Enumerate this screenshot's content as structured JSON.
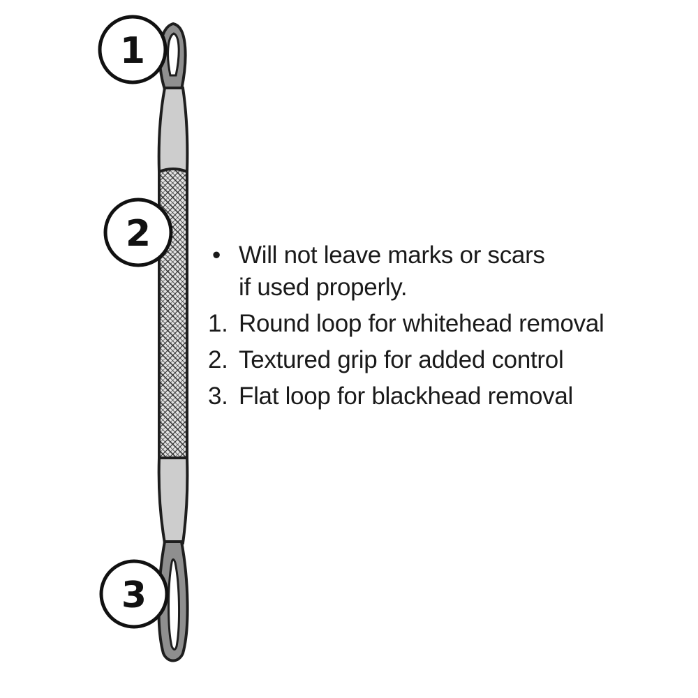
{
  "callouts": [
    {
      "number": "1",
      "part": "round loop"
    },
    {
      "number": "2",
      "part": "textured grip"
    },
    {
      "number": "3",
      "part": "flat loop"
    }
  ],
  "notes": {
    "bullet": {
      "marker": "•",
      "line1": "Will not leave marks or scars",
      "line2": "if used properly."
    },
    "items": [
      {
        "marker": "1.",
        "text": "Round loop for whitehead removal"
      },
      {
        "marker": "2.",
        "text": "Textured grip for added control"
      },
      {
        "marker": "3.",
        "text": "Flat loop for blackhead removal"
      }
    ]
  },
  "colors": {
    "outline": "#1e1e1e",
    "metal": "#cdcdcd",
    "loop_fill": "#8f8f8f",
    "grip_base": "#e4e4e4",
    "text": "#1a1a1a"
  }
}
